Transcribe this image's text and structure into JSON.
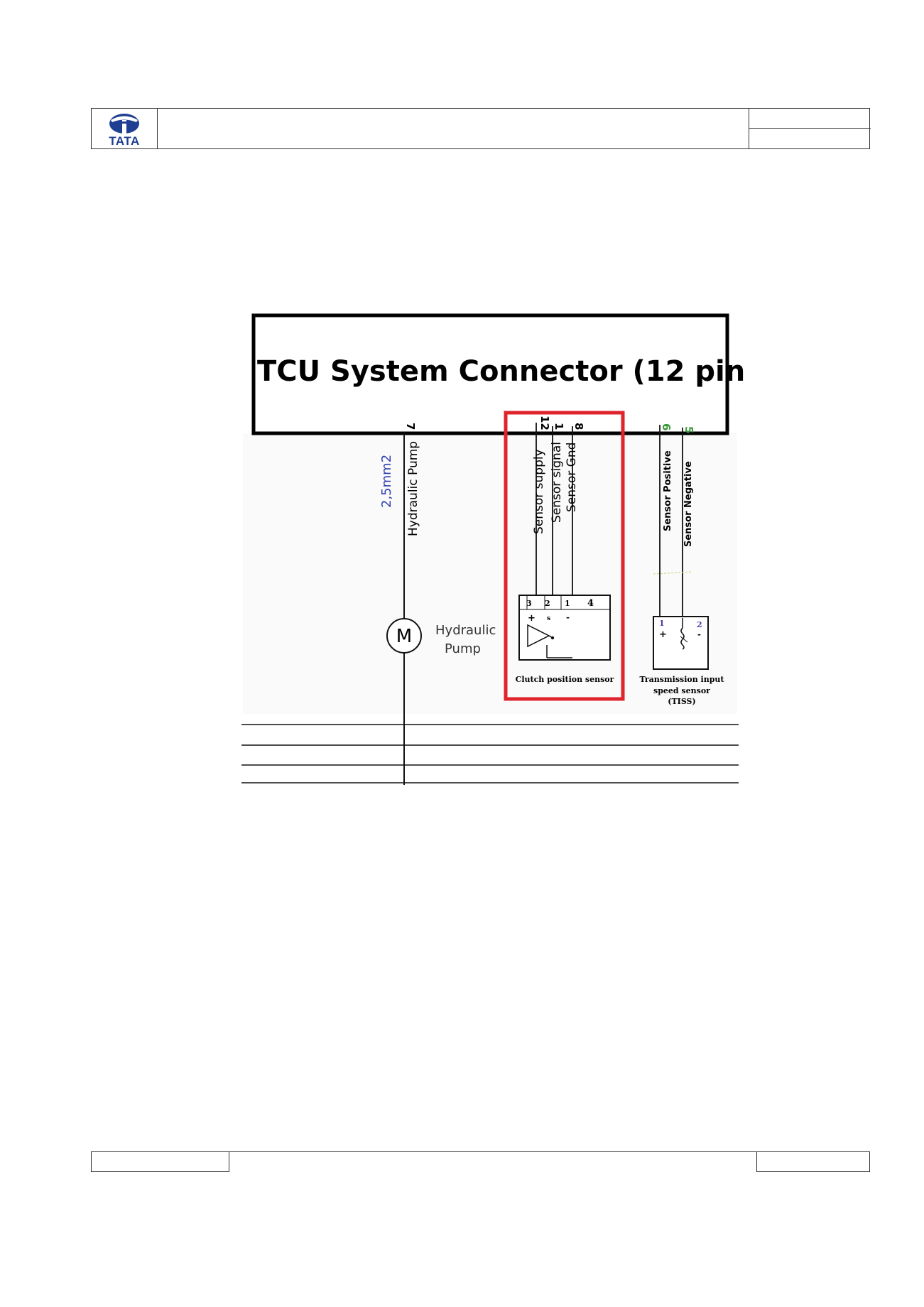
{
  "logo": {
    "brand": "TATA",
    "primary_color": "#1f3f92"
  },
  "diagram": {
    "connector_title": "TCU  System Connector (12 pin )",
    "pins": {
      "pump": "7",
      "supply": "12",
      "signal": "1",
      "gnd": "8",
      "pos": "6",
      "neg": "5"
    },
    "wires": {
      "pump_size": "2,5mm2",
      "pump": "Hydraulic Pump",
      "supply": "Sensor supply",
      "signal": "Sensor signal",
      "gnd": "Sensor Gnd",
      "pos": "Sensor Positive",
      "neg": "Sensor Negative"
    },
    "motor": {
      "symbol": "M",
      "label_line1": "Hydraulic",
      "label_line2": "Pump"
    },
    "clutch_sensor": {
      "label": "Clutch position sensor",
      "pin3": "3",
      "pin2": "2",
      "pin1": "1",
      "pin4": "4",
      "plus": "+",
      "minus": "-",
      "s": "s"
    },
    "tiss": {
      "pin1": "1",
      "pin2": "2",
      "plus": "+",
      "minus": "-",
      "label_line1": "Transmission input",
      "label_line2": "speed sensor",
      "label_line3": "(TISS)"
    },
    "colors": {
      "highlight": "#e0242c",
      "size_blue": "#2f3fb0",
      "pin_green": "#3a9a3a",
      "pin_purple": "#5a36a8"
    }
  }
}
